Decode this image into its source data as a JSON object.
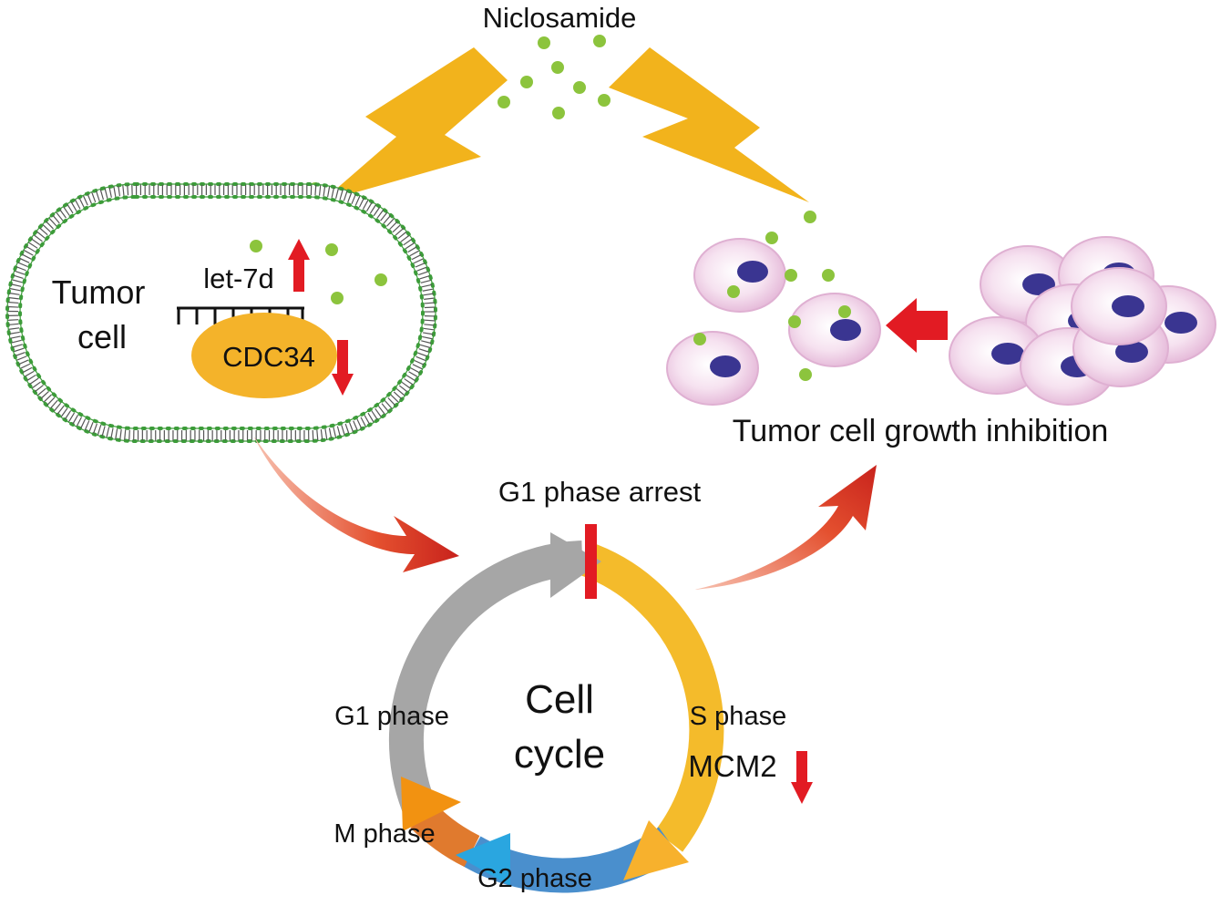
{
  "drug": {
    "label": "Niclosamide"
  },
  "tumor_cell": {
    "label_line1": "Tumor",
    "label_line2": "cell",
    "mirna_label": "let-7d",
    "target_label": "CDC34"
  },
  "outcome": {
    "label": "Tumor cell growth inhibition"
  },
  "arrest": {
    "label": "G1 phase arrest"
  },
  "cell_cycle": {
    "center_line1": "Cell",
    "center_line2": "cycle",
    "phases": {
      "g1": "G1 phase",
      "s": "S phase",
      "m": "M phase",
      "g2": "G2 phase"
    },
    "marker_label": "MCM2"
  },
  "colors": {
    "lightning": "#f2b31c",
    "drug_dot": "#8cc43d",
    "membrane_dot": "#3d9c3a",
    "cdc34": "#f4b32a",
    "regulation_arrow": "#e21b23",
    "flow_arrow": "#d9361f",
    "tumor_cell_fill": "#f0cfe6",
    "nucleus": "#3a3591",
    "g1_arc": "#a6a6a6",
    "s_arc": "#f4bb2b",
    "g2_arc": "#4a8fcd",
    "m_arc": "#e07a2e",
    "g2_head": "#2aa6e0",
    "m_head": "#f29211"
  }
}
